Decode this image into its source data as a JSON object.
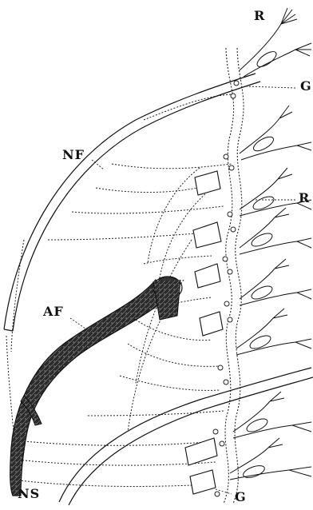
{
  "figure": {
    "labels": {
      "R_top": "R",
      "G_top": "G",
      "NF": "NF",
      "R_mid": "R",
      "AF": "AF",
      "NS": "NS",
      "G_bottom": "G"
    }
  }
}
